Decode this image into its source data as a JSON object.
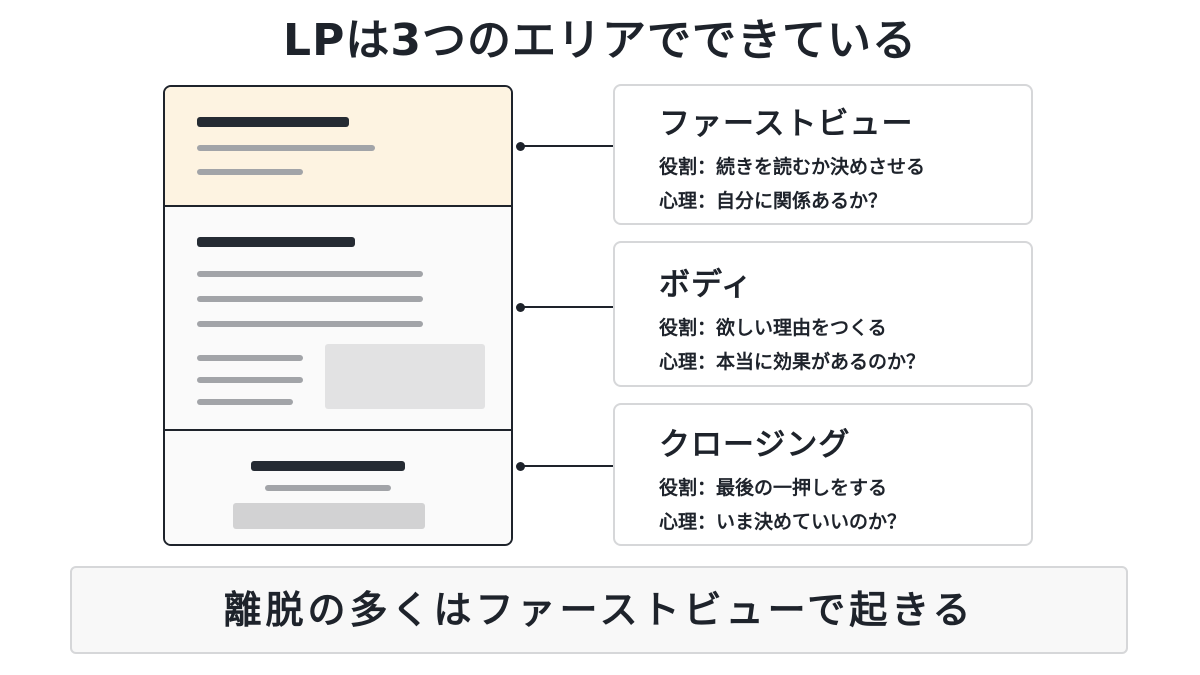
{
  "title": "LPは3つのエリアでできている",
  "cards": [
    {
      "title": "ファーストビュー",
      "role": "役割：続きを読むか決めさせる",
      "psychology": "心理：自分に関係あるか？"
    },
    {
      "title": "ボディ",
      "role": "役割：欲しい理由をつくる",
      "psychology": "心理：本当に効果があるのか？"
    },
    {
      "title": "クロージング",
      "role": "役割：最後の一押しをする",
      "psychology": "心理：いま決めていいのか？"
    }
  ],
  "banner": "離脱の多くはファーストビューで起きる",
  "colors": {
    "first_view_fill": "#fdf3e1",
    "ink": "#1e232b",
    "card_border": "#d6d7d9"
  }
}
